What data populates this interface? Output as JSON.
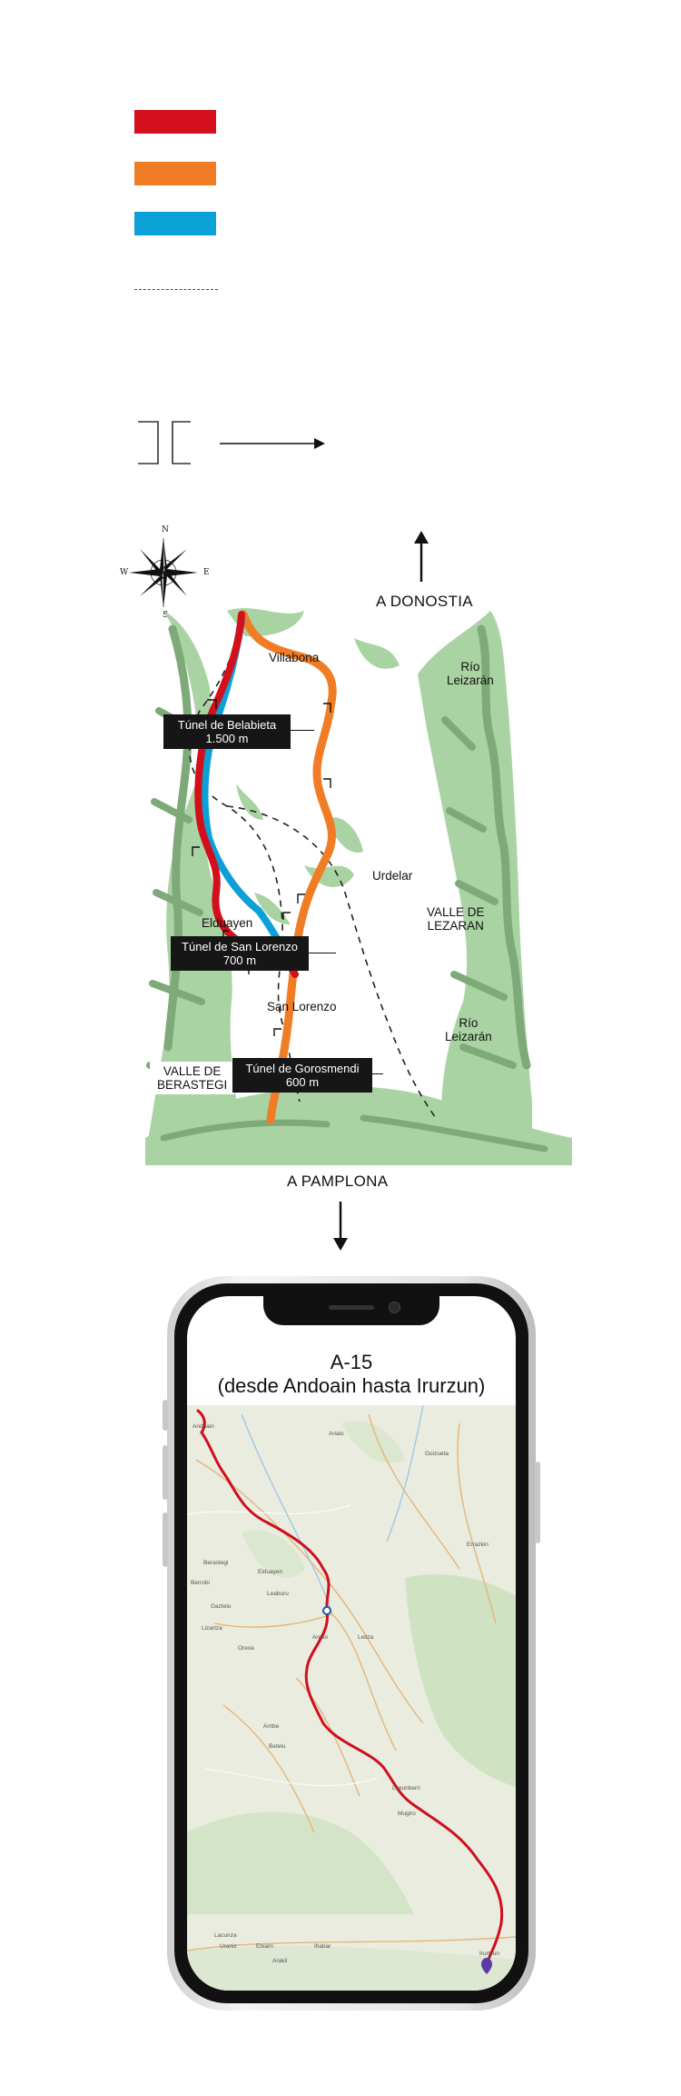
{
  "legend": {
    "colors": {
      "red": "#d20f1a",
      "orange": "#f07c25",
      "blue": "#0ca0d8",
      "dashed": "#555555"
    }
  },
  "compass": {
    "n": "N",
    "s": "S",
    "e": "E",
    "w": "W"
  },
  "directions": {
    "north": "A DONOSTIA",
    "south": "A PAMPLONA"
  },
  "places": {
    "villabona": "Villabona",
    "rio_leizaran_top": [
      "Río",
      "Leizarán"
    ],
    "urdelar": "Urdelar",
    "valle_lezaran": [
      "VALLE DE",
      "LEZARAN"
    ],
    "elduayen": "Elduayen",
    "san_lorenzo": "San Lorenzo",
    "rio_leizaran_bottom": [
      "Río",
      "Leizarán"
    ],
    "valle_berastegi": [
      "VALLE DE",
      "BERASTEGI"
    ]
  },
  "tunnels": [
    {
      "name": "Túnel de Belabieta",
      "length": "1.500 m"
    },
    {
      "name": "Túnel de San Lorenzo",
      "length": "700 m"
    },
    {
      "name": "Túnel de Gorosmendi",
      "length": "600 m"
    }
  ],
  "phone": {
    "title_line1": "A-15",
    "title_line2": "(desde Andoain hasta Irurzun)",
    "towns": [
      "Andoain",
      "Ariaio",
      "Goizueta",
      "Berastegi",
      "Elduayen",
      "Gaztelu",
      "Berrobi",
      "Leaburu",
      "Lizartza",
      "Orexa",
      "Areso",
      "Leitza",
      "Arribe",
      "Betelu",
      "Lekunberri",
      "Mugiro",
      "Irurtzun",
      "Etxarri",
      "Uraniz",
      "Lacunza",
      "Ihabar",
      "Arakil",
      "Errazkin"
    ]
  },
  "colors": {
    "mountain_light": "#a9d3a2",
    "mountain_dark": "#7ea978",
    "phone_frame": "#111111",
    "map_bg": "#e9ecdf"
  }
}
